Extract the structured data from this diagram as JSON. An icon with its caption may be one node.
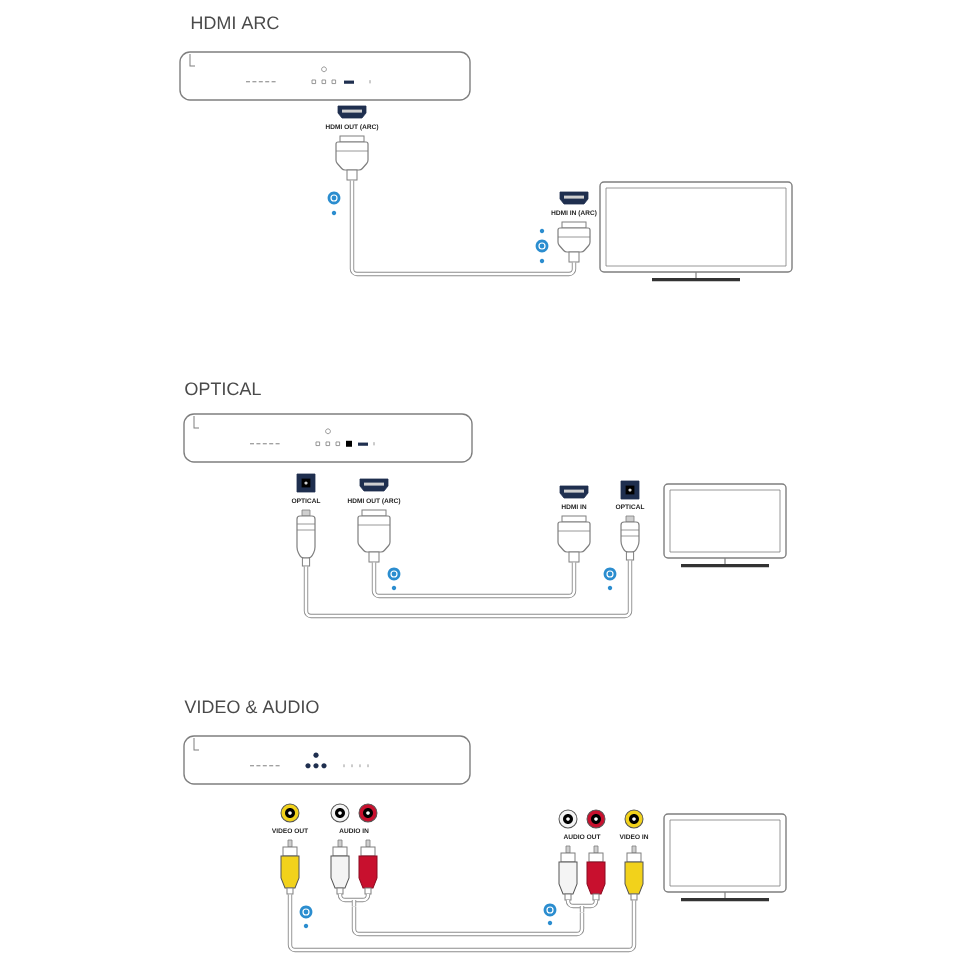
{
  "diagram": {
    "nodes": [
      {
        "text": [],
        "shape": "picture"
      },
      {
        "text": [
          "HDMI OUT (ARC)"
        ]
      },
      {
        "text": [
          "HDMI IN (ARC)"
        ]
      },
      {
        "text": [],
        "shape": "picture"
      },
      {
        "text": [],
        "shape": "picture"
      },
      {
        "text": [
          "OPTICAL"
        ]
      },
      {
        "text": [
          "HDMI OUT (ARC)"
        ]
      },
      {
        "text": [
          "HDMI IN"
        ]
      },
      {
        "text": [
          "OPTICAL"
        ]
      },
      {
        "text": [],
        "shape": "picture"
      },
      {
        "text": [],
        "shape": "picture"
      },
      {
        "text": [
          "VIDEO OUT"
        ]
      },
      {
        "text": [
          "AUDIO IN"
        ]
      },
      {
        "text": [
          "AUDIO OUT"
        ]
      },
      {
        "text": [
          "VIDEO IN"
        ]
      },
      {
        "text": [],
        "shape": "picture"
      }
    ],
    "edges": [
      {
        "from": 1,
        "to": 2,
        "arrow": "none"
      },
      {
        "from": 6,
        "to": 7,
        "arrow": "none"
      },
      {
        "from": 5,
        "to": 8,
        "arrow": "none"
      },
      {
        "from": 12,
        "to": 13,
        "arrow": "none"
      },
      {
        "from": 11,
        "to": 14,
        "arrow": "none"
      }
    ],
    "labels": [
      "HDMI ARC",
      "OPTICAL",
      "VIDEO & AUDIO"
    ]
  }
}
